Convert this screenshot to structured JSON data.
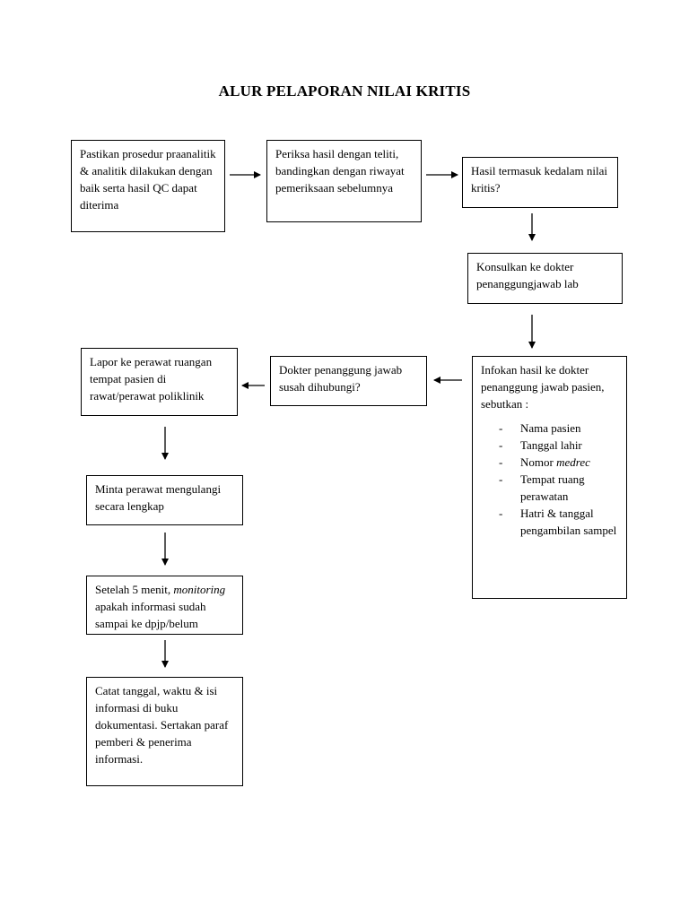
{
  "title": "ALUR PELAPORAN NILAI KRITIS",
  "boxes": {
    "b1": "Pastikan prosedur praanalitik & analitik dilakukan dengan baik serta hasil QC dapat diterima",
    "b2": "Periksa hasil dengan teliti, bandingkan dengan riwayat pemeriksaan sebelumnya",
    "b3": "Hasil termasuk kedalam nilai kritis?",
    "b4": "Konsulkan ke dokter penanggungjawab lab",
    "b5": {
      "intro": "Infokan hasil ke dokter penanggung  jawab pasien, sebutkan :",
      "items": [
        "Nama pasien",
        "Tanggal lahir",
        "Nomor",
        "Tempat ruang perawatan",
        "Hatri & tanggal pengambilan sampel"
      ],
      "item3_italic": "medrec"
    },
    "b6": "Dokter penanggung jawab susah dihubungi?",
    "b7": "Lapor ke perawat ruangan tempat pasien di rawat/perawat poliklinik",
    "b8": "Minta perawat mengulangi secara lengkap",
    "b9": {
      "prefix": "Setelah 5 menit,",
      "italic": "monitoring",
      "suffix": "apakah informasi sudah sampai ke dpjp/belum"
    },
    "b10": "Catat tanggal, waktu & isi informasi di buku dokumentasi. Sertakan paraf pemberi & penerima informasi."
  }
}
